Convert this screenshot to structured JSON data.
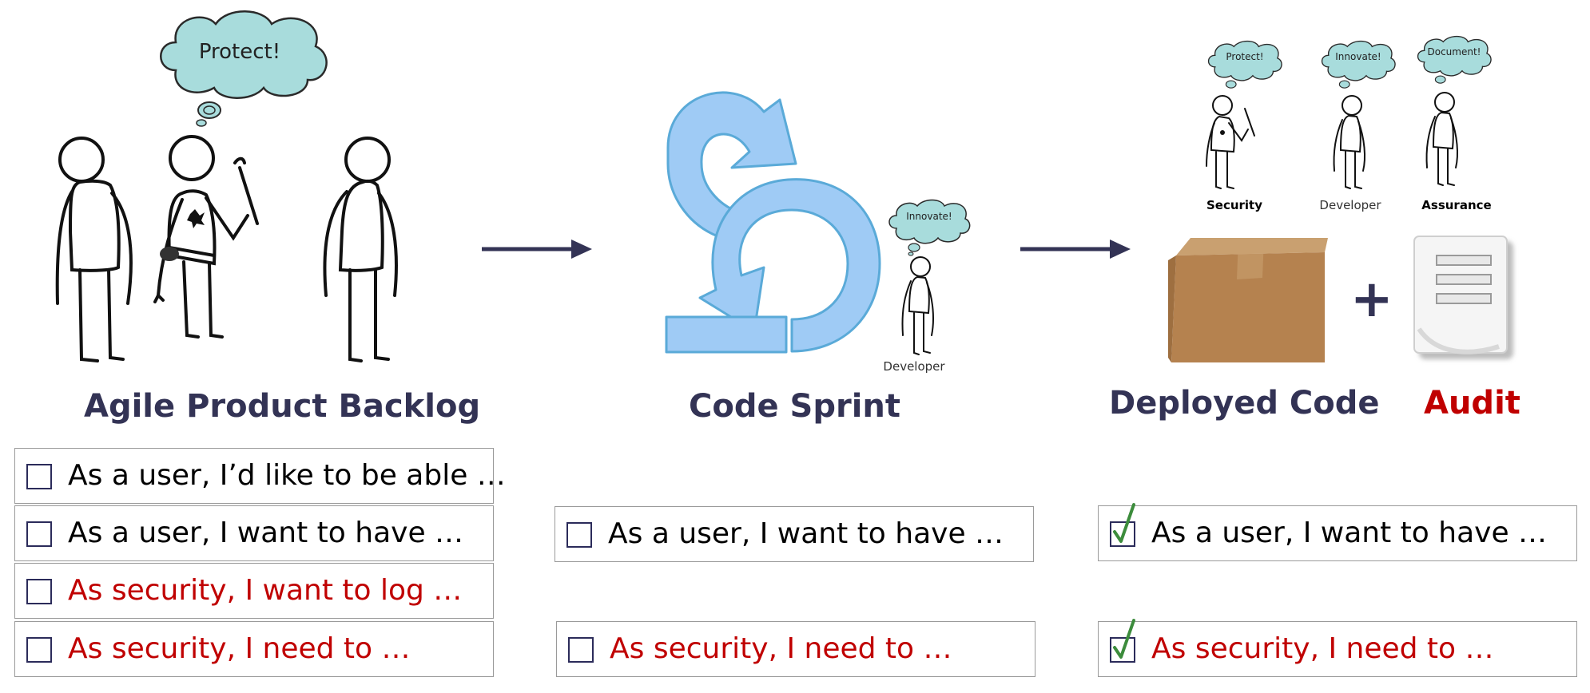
{
  "backlog": {
    "title": "Agile Product Backlog",
    "thought": "Protect!",
    "stories": [
      {
        "text": "As a user, I’d like to be able …",
        "style": "normal",
        "checked": false
      },
      {
        "text": "As a user, I want to have …",
        "style": "normal",
        "checked": false
      },
      {
        "text": "As security, I want to log …",
        "style": "security",
        "checked": false
      },
      {
        "text": "As security, I need to …",
        "style": "security",
        "checked": false
      }
    ]
  },
  "sprint": {
    "title": "Code Sprint",
    "thought": "Innovate!",
    "person_label": "Developer",
    "stories": [
      {
        "text": "As a user, I want to have …",
        "style": "normal",
        "checked": false
      },
      {
        "text": "As security, I need to …",
        "style": "security",
        "checked": false
      }
    ]
  },
  "deployed": {
    "title": "Deployed Code",
    "plus": "+",
    "audit_title": "Audit",
    "people": [
      {
        "thought": "Protect!",
        "label": "Security"
      },
      {
        "thought": "Innovate!",
        "label": "Developer"
      },
      {
        "thought": "Document!",
        "label": "Assurance"
      }
    ],
    "stories": [
      {
        "text": "As a user, I want to have …",
        "style": "normal",
        "checked": true
      },
      {
        "text": "As security, I need to …",
        "style": "security",
        "checked": true
      }
    ]
  },
  "colors": {
    "title": "#333355",
    "security_text": "#c00000",
    "arrow": "#333355",
    "cycle_fill": "#9fcbf5",
    "cycle_stroke": "#5aaad8",
    "cloud": "#a8dcdc",
    "box": "#b88a55",
    "check": "#3c8c3c"
  }
}
